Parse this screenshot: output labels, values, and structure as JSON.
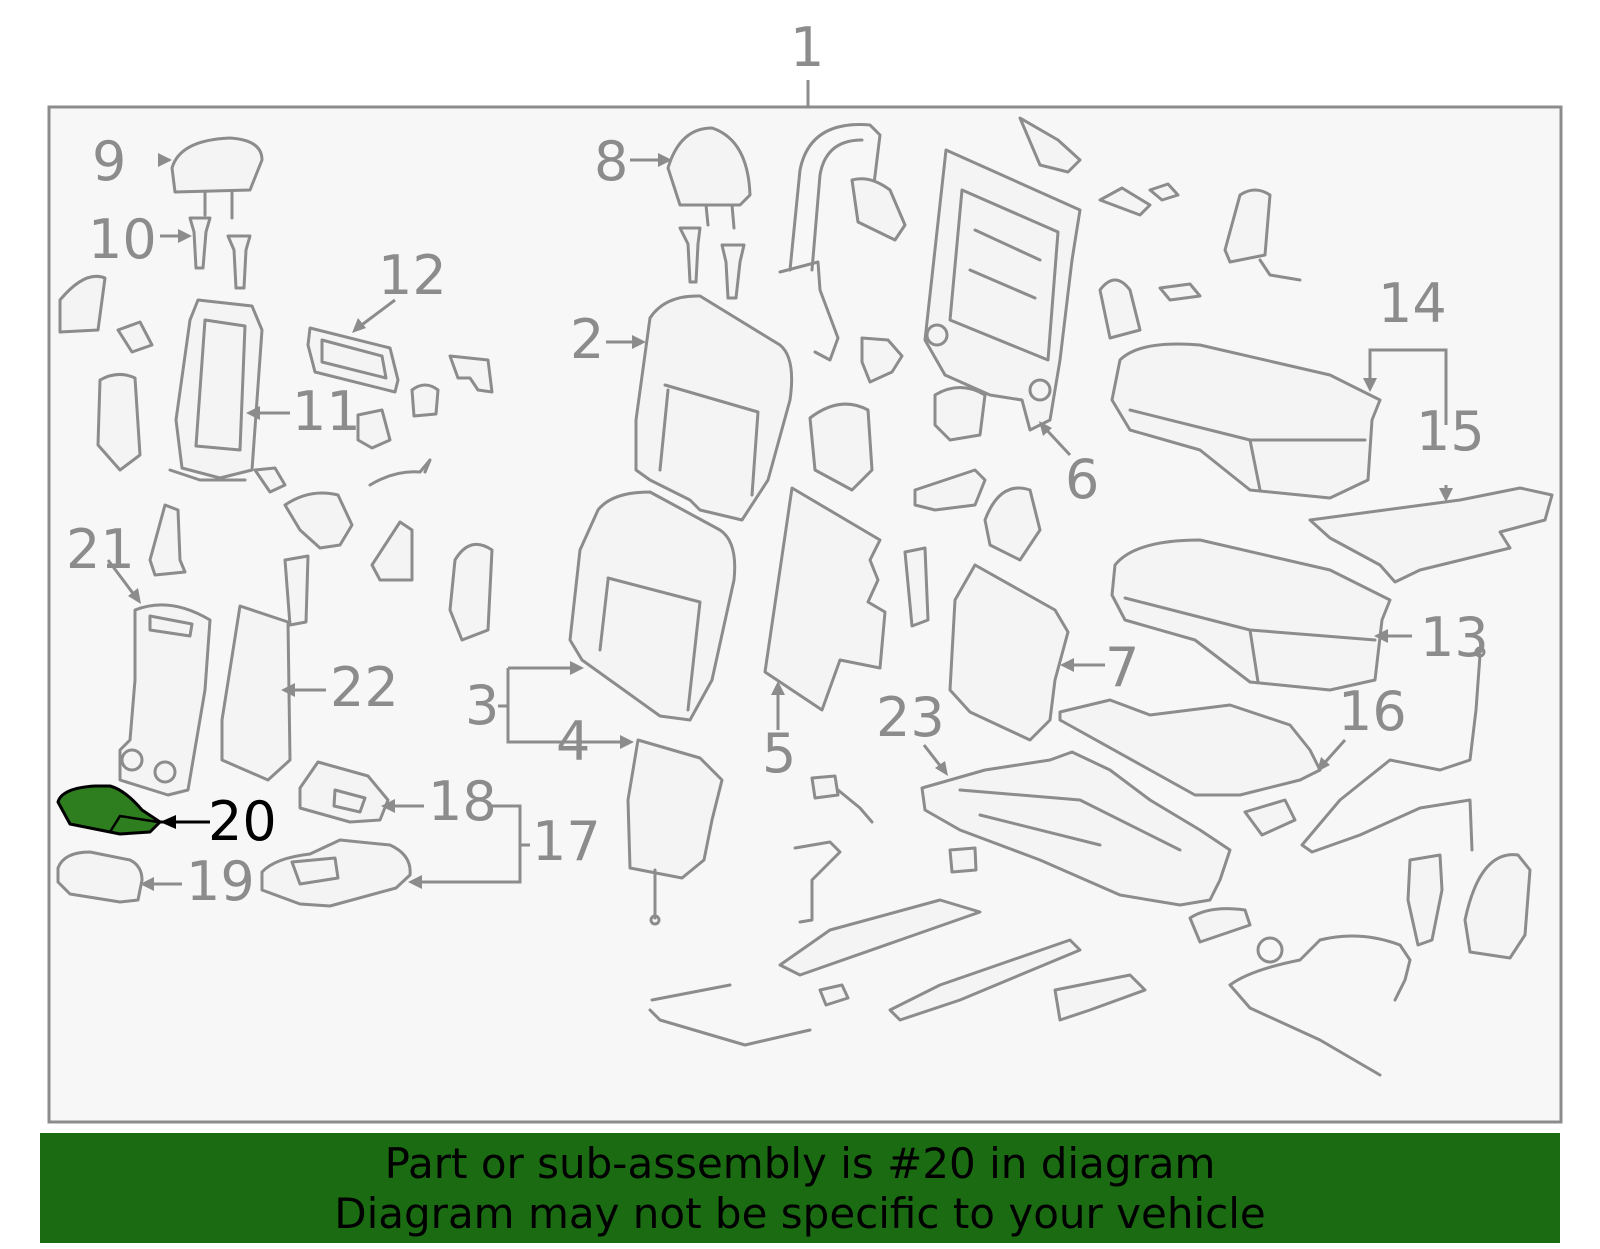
{
  "callouts": {
    "c1": "1",
    "c2": "2",
    "c3": "3",
    "c4": "4",
    "c5": "5",
    "c6": "6",
    "c7": "7",
    "c8": "8",
    "c9": "9",
    "c10": "10",
    "c11": "11",
    "c12": "12",
    "c13": "13",
    "c14": "14",
    "c15": "15",
    "c16": "16",
    "c17": "17",
    "c18": "18",
    "c19": "19",
    "c20": "20",
    "c21": "21",
    "c22": "22",
    "c23": "23"
  },
  "highlight": {
    "part": "20",
    "color": "#2e7d1e"
  },
  "colors": {
    "line": "#8c8c8c",
    "frame_bg": "#f7f7f7",
    "banner_bg": "#1a6b12"
  },
  "banner": {
    "line1": "Part or sub-assembly is #20 in diagram",
    "line2": "Diagram may not be specific to your vehicle"
  }
}
